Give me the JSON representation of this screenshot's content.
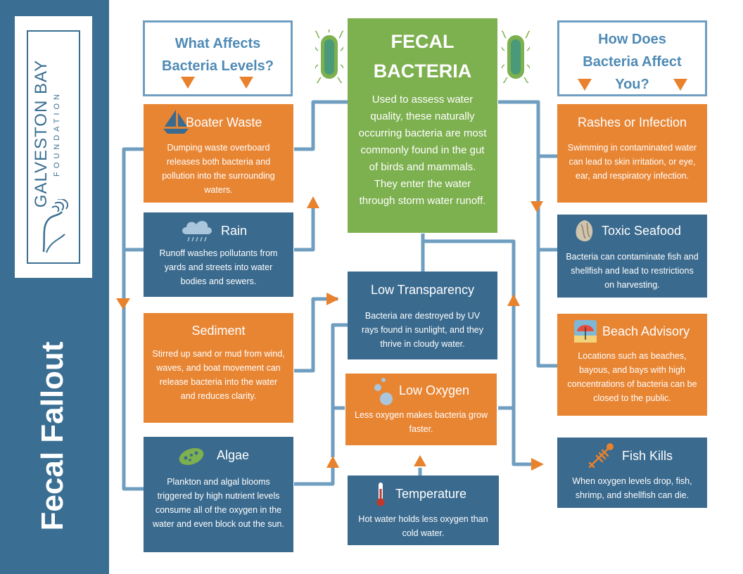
{
  "sidebar": {
    "logo_name": "GALVESTON BAY",
    "logo_sub": "FOUNDATION",
    "title": "Fecal Fallout"
  },
  "center": {
    "title_line1": "FECAL",
    "title_line2": "BACTERIA",
    "body": "Used to assess water quality, these naturally occurring bacteria are most commonly found in the gut of birds and mammals. They enter the water through storm water runoff."
  },
  "left_header": {
    "title": "What Affects Bacteria Levels?"
  },
  "right_header": {
    "title": "How Does Bacteria Affect You?"
  },
  "causes": [
    {
      "title": "Boater Waste",
      "body": "Dumping waste overboard releases both bacteria and pollution into the surrounding waters.",
      "icon": "sailboat-icon"
    },
    {
      "title": "Rain",
      "body": "Runoff washes pollutants from yards and streets into water bodies and sewers.",
      "icon": "rain-cloud-icon"
    },
    {
      "title": "Sediment",
      "body": "Stirred up sand or mud from wind, waves, and boat movement can release bacteria into the water and reduces clarity.",
      "icon": ""
    },
    {
      "title": "Algae",
      "body": "Plankton and algal blooms triggered by high nutrient levels consume all of the oxygen in the water and even block out the sun.",
      "icon": "algae-icon"
    }
  ],
  "middle": [
    {
      "title": "Low Transparency",
      "body": "Bacteria are destroyed by UV rays found in sunlight, and they thrive in cloudy water."
    },
    {
      "title": "Low Oxygen",
      "body": "Less oxygen makes bacteria grow faster.",
      "icon": "bubbles-icon"
    },
    {
      "title": "Temperature",
      "body": "Hot water holds less oxygen than cold water.",
      "icon": "thermometer-icon"
    }
  ],
  "effects": [
    {
      "title": "Rashes or Infection",
      "body": "Swimming in contaminated water can lead to skin irritation, or eye, ear, and respiratory infection."
    },
    {
      "title": "Toxic Seafood",
      "body": "Bacteria can contaminate fish and shellfish and lead to restrictions on harvesting.",
      "icon": "oyster-icon"
    },
    {
      "title": "Beach Advisory",
      "body": "Locations such as beaches, bayous, and bays with high concentrations of bacteria can be closed to the public.",
      "icon": "beach-umbrella-icon"
    },
    {
      "title": "Fish Kills",
      "body": "When oxygen levels drop, fish, shrimp, and shellfish can die.",
      "icon": "fish-skeleton-icon"
    }
  ],
  "colors": {
    "orange": "#e88533",
    "blue": "#3a6a8e",
    "green": "#7db04f",
    "connector": "#6f9ec0",
    "arrow": "#e8822d"
  }
}
